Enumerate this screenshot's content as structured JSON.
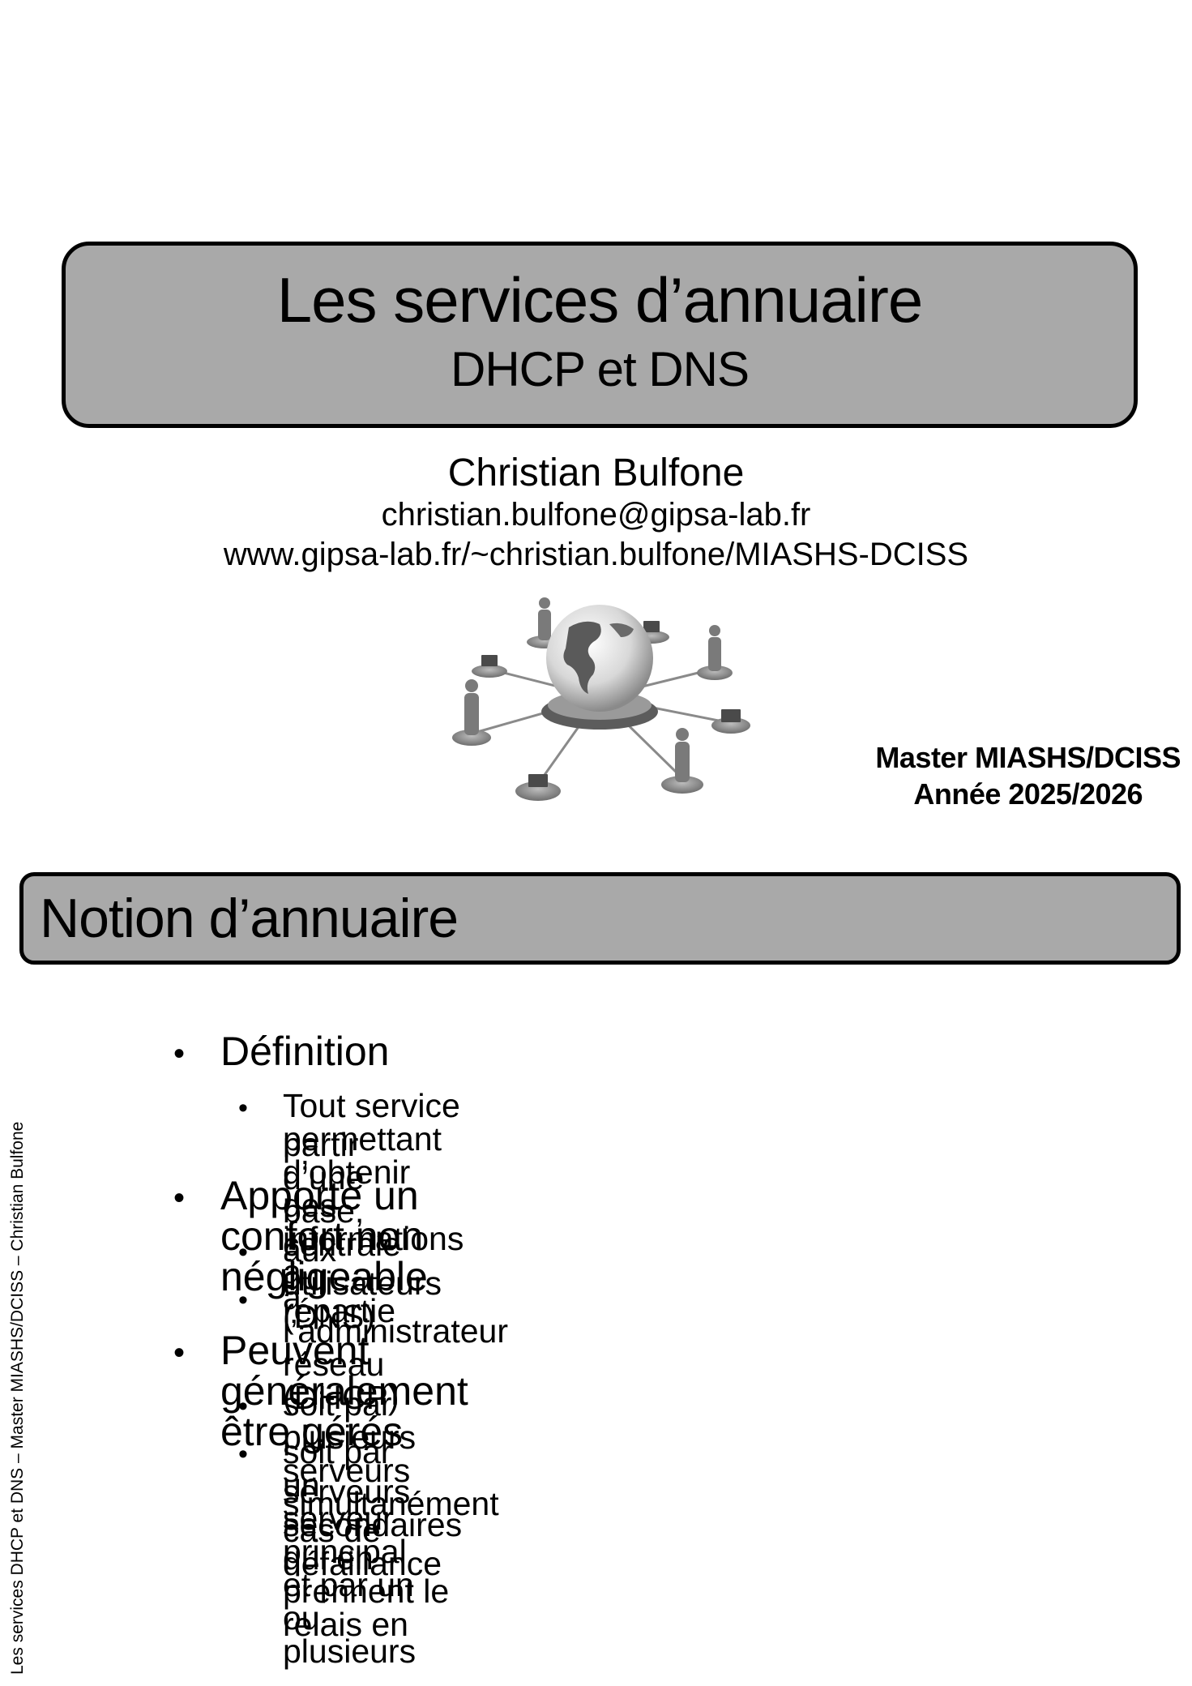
{
  "slide1": {
    "title": "Les services d’annuaire",
    "subtitle": "DHCP et DNS",
    "author": "Christian Bulfone",
    "email": "christian.bulfone@gipsa-lab.fr",
    "url": "www.gipsa-lab.fr/~christian.bulfone/MIASHS-DCISS",
    "program": "Master MIASHS/DCISS",
    "year": "Année 2025/2026"
  },
  "slide2": {
    "title": "Notion d’annuaire",
    "items": [
      {
        "text": "Définition",
        "sub": [
          "Tout service permettant d’obtenir des informations à",
          "partir d’une base, centrale ou répartie"
        ]
      },
      {
        "text": "Apporte un confort non négligeable",
        "sub": [
          "aux utilisateurs (DNS)",
          "à l’administrateur réseau (DHCP)"
        ]
      },
      {
        "text": "Peuvent généralement être gérés",
        "sub": [
          "soit par plusieurs serveurs simultanément",
          "soit par un serveur principal et par un ou plusieurs",
          "serveurs secondaires qui en prennent le relais en",
          "cas de défaillance"
        ]
      }
    ]
  },
  "footer": "Les services DHCP et DNS – Master MIASHS/DCISS – Christian Bulfone",
  "bullet_char": "•"
}
